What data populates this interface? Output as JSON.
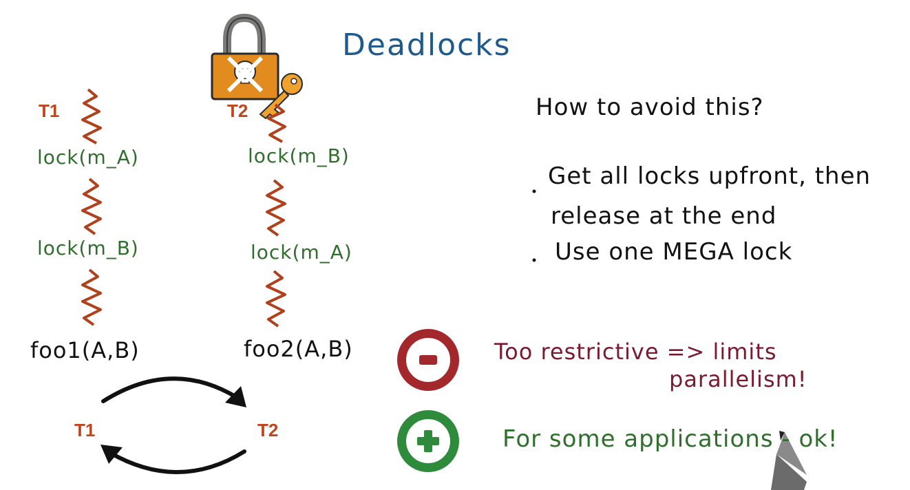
{
  "title": "Deadlocks",
  "thread1": {
    "label": "T1",
    "calls": [
      "lock(m_A)",
      "lock(m_B)"
    ],
    "function": "foo1(A,B)"
  },
  "thread2": {
    "label": "T2",
    "calls": [
      "lock(m_B)",
      "lock(m_A)"
    ],
    "function": "foo2(A,B)"
  },
  "cycle": {
    "left": "T1",
    "right": "T2"
  },
  "question": "How to avoid this?",
  "bullets": [
    {
      "line1": "Get all locks upfront, then",
      "line2": "release at the end"
    },
    {
      "line1": "Use one MEGA lock"
    }
  ],
  "minus": {
    "line1": "Too restrictive => limits",
    "line2": "parallelism!"
  },
  "plus": {
    "text": "For some applications - ok!"
  },
  "colors": {
    "title": "#1f5a8f",
    "thread": "#c0451a",
    "lock_call": "#2f6e2c",
    "minus": "#a3282c",
    "plus": "#2e8b3b"
  },
  "icons": [
    "padlock-skull-icon",
    "key-icon",
    "pen-icon"
  ]
}
